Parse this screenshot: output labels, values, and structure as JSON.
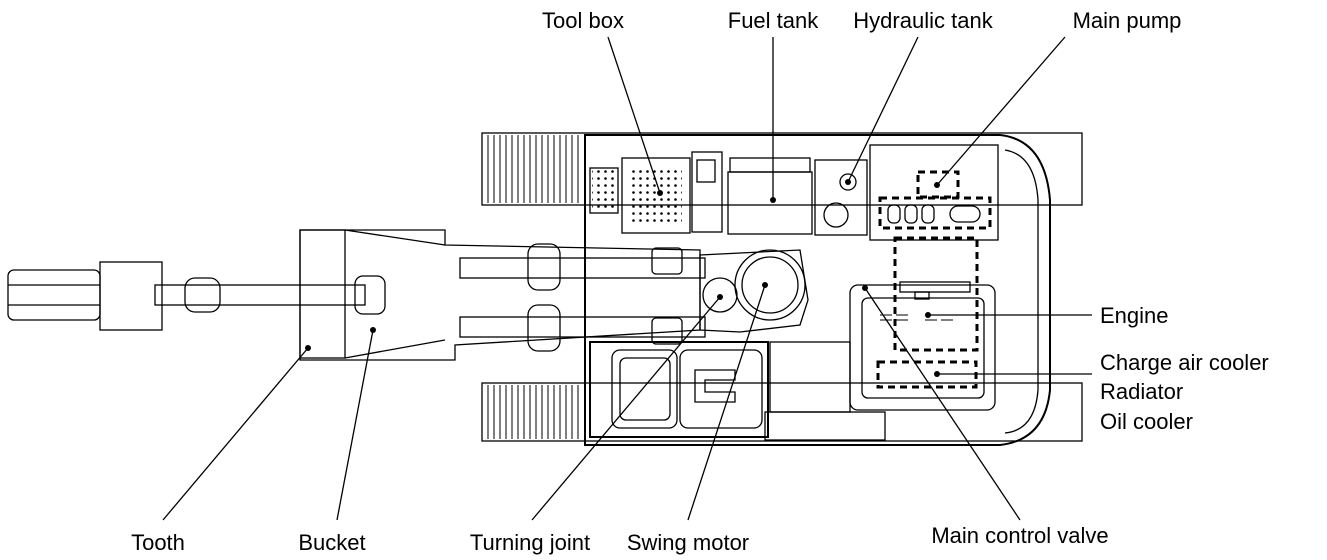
{
  "labels": {
    "tool_box": "Tool box",
    "fuel_tank": "Fuel tank",
    "hydraulic_tank": "Hydraulic tank",
    "main_pump": "Main pump",
    "engine": "Engine",
    "charge_air_cooler": "Charge air cooler",
    "radiator": "Radiator",
    "oil_cooler": "Oil cooler",
    "tooth": "Tooth",
    "bucket": "Bucket",
    "turning_joint": "Turning joint",
    "swing_motor": "Swing motor",
    "main_control_valve": "Main control valve"
  }
}
